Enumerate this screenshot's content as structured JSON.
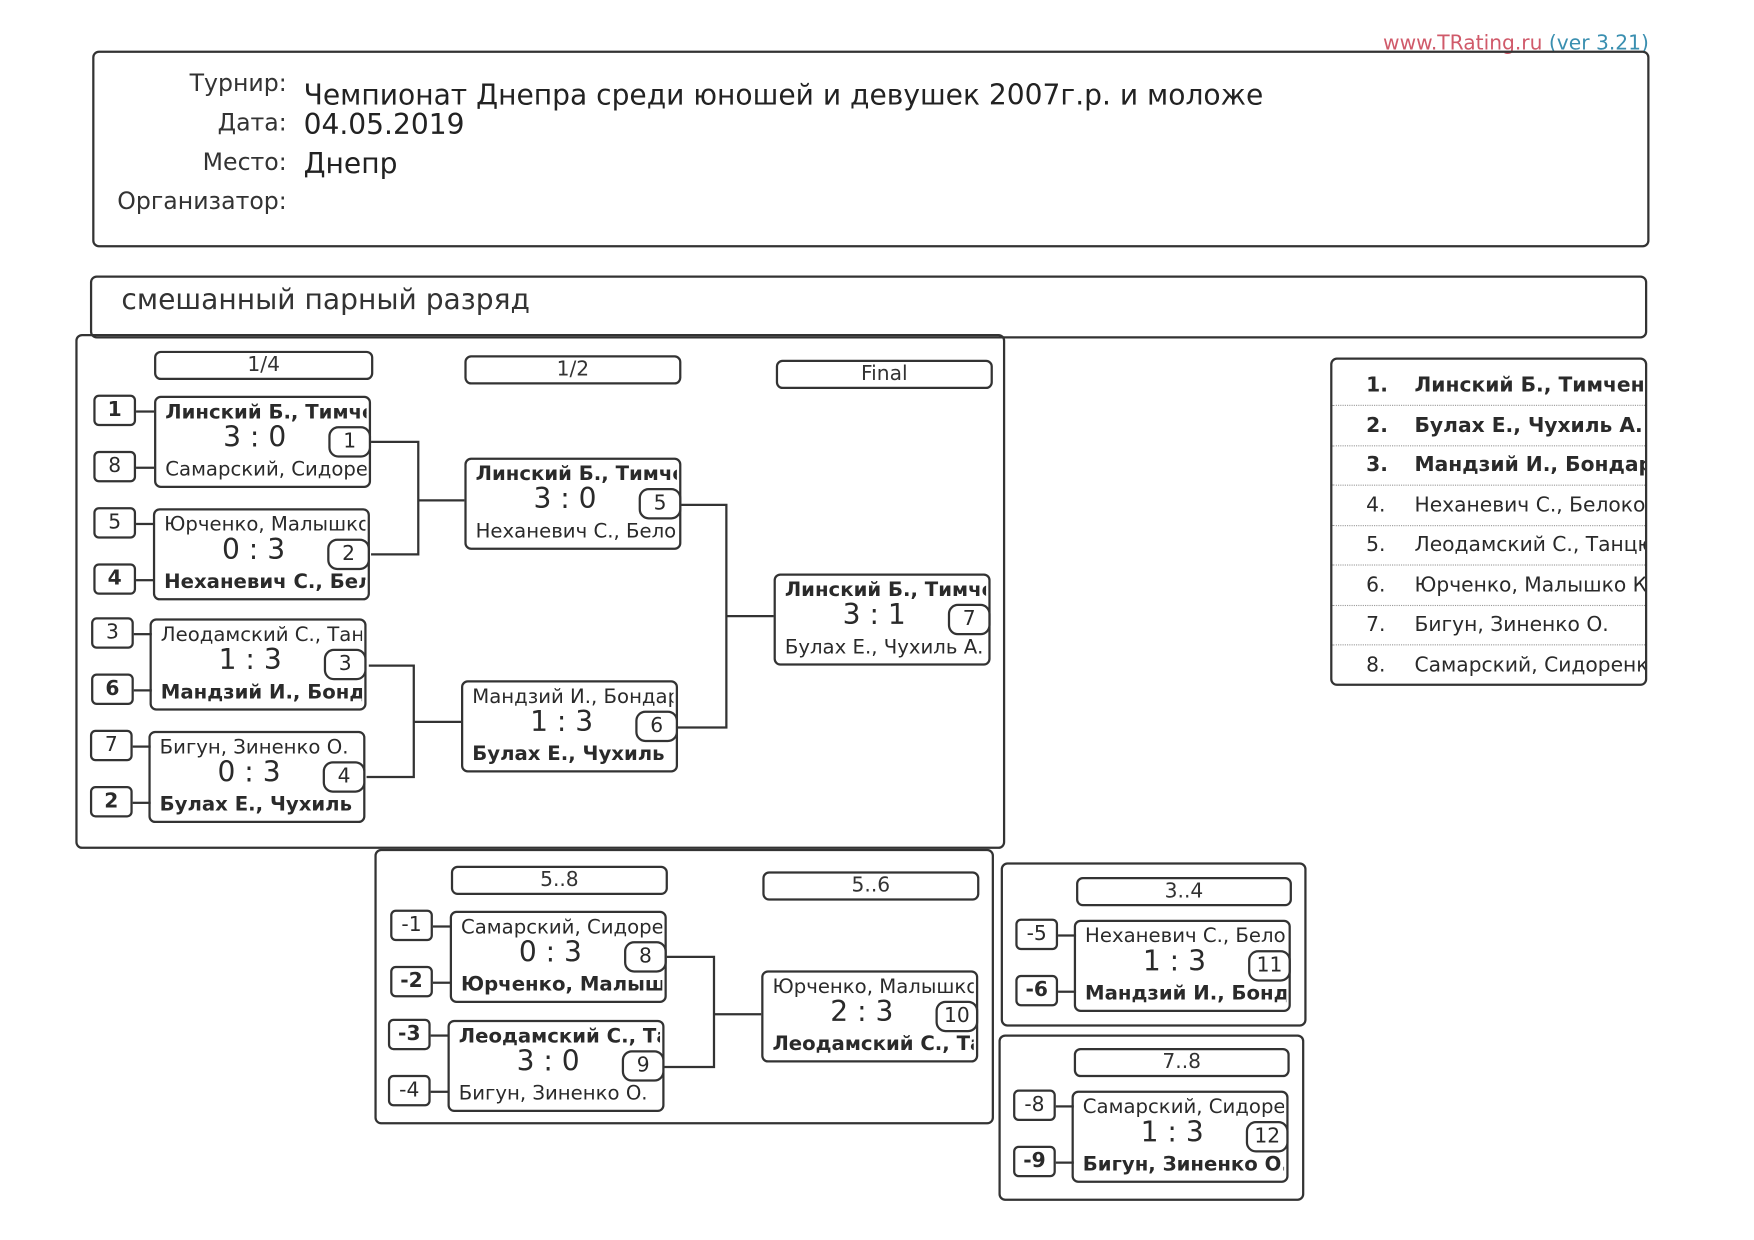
{
  "site": {
    "url": "www.TRating.ru",
    "version": "(ver 3.21)"
  },
  "header": {
    "tournament_label": "Турнир:",
    "tournament_value": "Чемпионат Днепра среди юношей и девушек 2007г.р. и моложе",
    "date_label": "Дата:",
    "date_value": "04.05.2019",
    "place_label": "Место:",
    "place_value": "Днепр",
    "organizer_label": "Организатор:",
    "organizer_value": ""
  },
  "section_title": "смешанный парный разряд",
  "rounds": {
    "quarter": "1/4",
    "semi": "1/2",
    "final": "Final",
    "r58": "5..8",
    "r56": "5..6",
    "r34": "3..4",
    "r78": "7..8"
  },
  "matches": [
    {
      "no": "1",
      "top": "Линский Б., Тимченко",
      "bottom": "Самарский, Сидоренко",
      "score": "3 : 0",
      "winner": "top",
      "seeds": [
        "1",
        "8"
      ]
    },
    {
      "no": "2",
      "top": "Юрченко, Малышко К.",
      "bottom": "Неханевич С., Белокопытова",
      "score": "0 : 3",
      "winner": "bottom",
      "seeds": [
        "5",
        "4"
      ]
    },
    {
      "no": "3",
      "top": "Леодамский С., Танцюра",
      "bottom": "Мандзий И., Бондаренко",
      "score": "1 : 3",
      "winner": "bottom",
      "seeds": [
        "3",
        "6"
      ]
    },
    {
      "no": "4",
      "top": "Бигун, Зиненко О.",
      "bottom": "Булах Е., Чухиль",
      "score": "0 : 3",
      "winner": "bottom",
      "seeds": [
        "7",
        "2"
      ]
    },
    {
      "no": "5",
      "top": "Линский Б., Тимченко",
      "bottom": "Неханевич С., Белокопытова",
      "score": "3 : 0",
      "winner": "top",
      "seeds": []
    },
    {
      "no": "6",
      "top": "Мандзий И., Бондаренко",
      "bottom": "Булах Е., Чухиль",
      "score": "1 : 3",
      "winner": "bottom",
      "seeds": []
    },
    {
      "no": "7",
      "top": "Линский Б., Тимченко",
      "bottom": "Булах Е., Чухиль А.",
      "score": "3 : 1",
      "winner": "top",
      "seeds": []
    },
    {
      "no": "8",
      "top": "Самарский, Сидоренко",
      "bottom": "Юрченко, Малышко",
      "score": "0 : 3",
      "winner": "bottom",
      "seeds": [
        "-1",
        "-2"
      ]
    },
    {
      "no": "9",
      "top": "Леодамский С., Танцюра",
      "bottom": "Бигун, Зиненко О.",
      "score": "3 : 0",
      "winner": "top",
      "seeds": [
        "-3",
        "-4"
      ]
    },
    {
      "no": "10",
      "top": "Юрченко, Малышко К.",
      "bottom": "Леодамский С., Танцюра",
      "score": "2 : 3",
      "winner": "bottom",
      "seeds": []
    },
    {
      "no": "11",
      "top": "Неханевич С., Белокопытова",
      "bottom": "Мандзий И., Бондаренко",
      "score": "1 : 3",
      "winner": "bottom",
      "seeds": [
        "-5",
        "-6"
      ]
    },
    {
      "no": "12",
      "top": "Самарский, Сидоренко",
      "bottom": "Бигун, Зиненко О.",
      "score": "1 : 3",
      "winner": "bottom",
      "seeds": [
        "-8",
        "-9"
      ]
    }
  ],
  "standings": [
    {
      "place": "1.",
      "name": "Линский Б., Тимченко"
    },
    {
      "place": "2.",
      "name": "Булах Е., Чухиль А."
    },
    {
      "place": "3.",
      "name": "Мандзий И., Бондаренко"
    },
    {
      "place": "4.",
      "name": "Неханевич С., Белокопытова"
    },
    {
      "place": "5.",
      "name": "Леодамский С., Танцюра"
    },
    {
      "place": "6.",
      "name": "Юрченко, Малышко К."
    },
    {
      "place": "7.",
      "name": "Бигун, Зиненко О."
    },
    {
      "place": "8.",
      "name": "Самарский, Сидоренко"
    }
  ]
}
